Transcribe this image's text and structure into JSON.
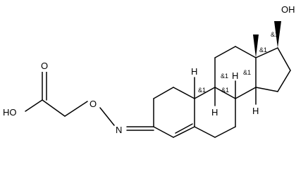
{
  "structure": {
    "atoms": {
      "oh_top": "OH",
      "ho_acid": "HO",
      "o_carbonyl": "O",
      "o_ether": "O",
      "n_imine": "N",
      "h_c10": "H",
      "h_c8": "H",
      "h_c9": "H",
      "h_c14": "H"
    },
    "stereo": {
      "c17": "&1",
      "c13": "&1",
      "c10": "&1",
      "c8": "&1",
      "c9": "&1",
      "c14": "&1"
    }
  }
}
